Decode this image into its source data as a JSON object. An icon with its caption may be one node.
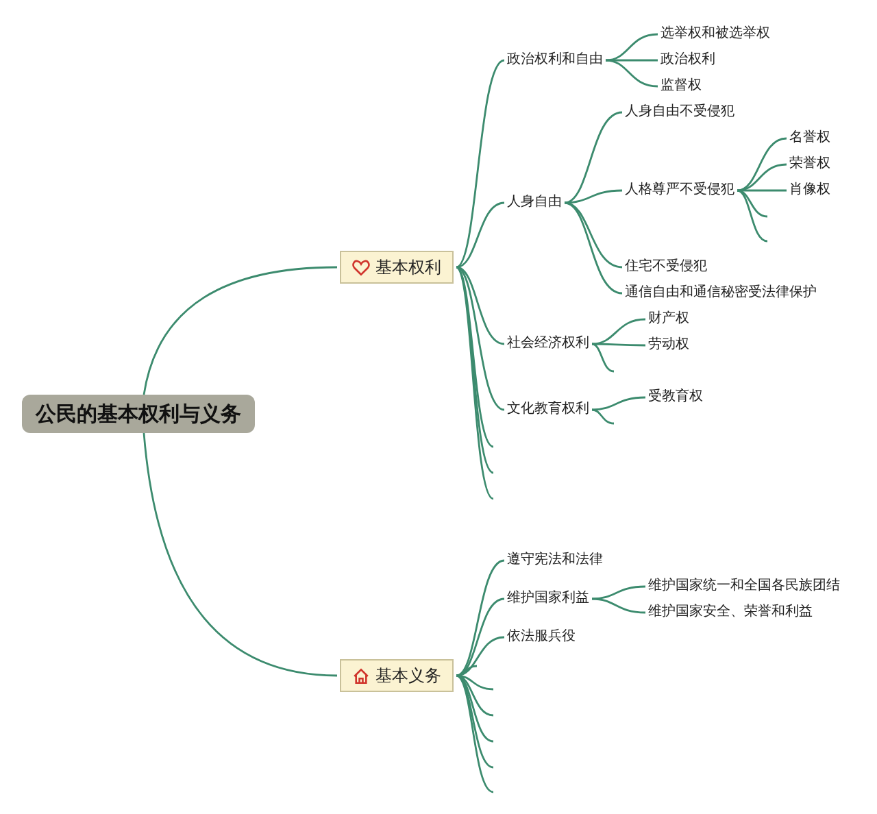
{
  "diagram": {
    "nodes": [
      {
        "text": [
          "公民的基本权利与义务"
        ]
      },
      {
        "text": [
          "基本权利"
        ]
      },
      {
        "text": [
          "政治权利和自由"
        ]
      },
      {
        "text": [
          "选举权和被选举权"
        ]
      },
      {
        "text": [
          "政治权利"
        ]
      },
      {
        "text": [
          "监督权"
        ]
      },
      {
        "text": [
          "人身自由"
        ]
      },
      {
        "text": [
          "人身自由不受侵犯"
        ]
      },
      {
        "text": [
          "人格尊严不受侵犯"
        ]
      },
      {
        "text": [
          "名誉权"
        ]
      },
      {
        "text": [
          "荣誉权"
        ]
      },
      {
        "text": [
          "肖像权"
        ]
      },
      {
        "text": [
          "住宅不受侵犯"
        ]
      },
      {
        "text": [
          "通信自由和通信秘密受法律保护"
        ]
      },
      {
        "text": [
          "社会经济权利"
        ]
      },
      {
        "text": [
          "财产权"
        ]
      },
      {
        "text": [
          "劳动权"
        ]
      },
      {
        "text": [
          "文化教育权利"
        ]
      },
      {
        "text": [
          "受教育权"
        ]
      },
      {
        "text": [
          "基本义务"
        ]
      },
      {
        "text": [
          "遵守宪法和法律"
        ]
      },
      {
        "text": [
          "维护国家利益"
        ]
      },
      {
        "text": [
          "维护国家统一和全国各民族团结"
        ]
      },
      {
        "text": [
          "维护国家安全、荣誉和利益"
        ]
      },
      {
        "text": [
          "依法服兵役"
        ]
      }
    ],
    "edges": [
      {
        "from": 0,
        "to": 1,
        "arrow": "none"
      },
      {
        "from": 0,
        "to": 19,
        "arrow": "none"
      },
      {
        "from": 1,
        "to": 2,
        "arrow": "none"
      },
      {
        "from": 2,
        "to": 3,
        "arrow": "none"
      },
      {
        "from": 2,
        "to": 4,
        "arrow": "none"
      },
      {
        "from": 2,
        "to": 5,
        "arrow": "none"
      },
      {
        "from": 1,
        "to": 6,
        "arrow": "none"
      },
      {
        "from": 6,
        "to": 7,
        "arrow": "none"
      },
      {
        "from": 6,
        "to": 8,
        "arrow": "none"
      },
      {
        "from": 8,
        "to": 9,
        "arrow": "none"
      },
      {
        "from": 8,
        "to": 10,
        "arrow": "none"
      },
      {
        "from": 8,
        "to": 11,
        "arrow": "none"
      },
      {
        "from": 8,
        "to": null,
        "arrow": "none"
      },
      {
        "from": 8,
        "to": null,
        "arrow": "none"
      },
      {
        "from": 6,
        "to": 12,
        "arrow": "none"
      },
      {
        "from": 6,
        "to": 13,
        "arrow": "none"
      },
      {
        "from": 1,
        "to": 14,
        "arrow": "none"
      },
      {
        "from": 14,
        "to": 15,
        "arrow": "none"
      },
      {
        "from": 14,
        "to": 16,
        "arrow": "none"
      },
      {
        "from": 14,
        "to": null,
        "arrow": "none"
      },
      {
        "from": 1,
        "to": 17,
        "arrow": "none"
      },
      {
        "from": 17,
        "to": 18,
        "arrow": "none"
      },
      {
        "from": 17,
        "to": null,
        "arrow": "none"
      },
      {
        "from": 1,
        "to": null,
        "arrow": "none"
      },
      {
        "from": 1,
        "to": null,
        "arrow": "none"
      },
      {
        "from": 1,
        "to": null,
        "arrow": "none"
      },
      {
        "from": 19,
        "to": 20,
        "arrow": "none"
      },
      {
        "from": 19,
        "to": 21,
        "arrow": "none"
      },
      {
        "from": 21,
        "to": 22,
        "arrow": "none"
      },
      {
        "from": 21,
        "to": 23,
        "arrow": "none"
      },
      {
        "from": 19,
        "to": 24,
        "arrow": "none"
      },
      {
        "from": 19,
        "to": null,
        "arrow": "none"
      },
      {
        "from": 19,
        "to": null,
        "arrow": "none"
      },
      {
        "from": 19,
        "to": null,
        "arrow": "none"
      },
      {
        "from": 19,
        "to": null,
        "arrow": "none"
      },
      {
        "from": 19,
        "to": null,
        "arrow": "none"
      },
      {
        "from": 19,
        "to": null,
        "arrow": "none"
      }
    ]
  }
}
